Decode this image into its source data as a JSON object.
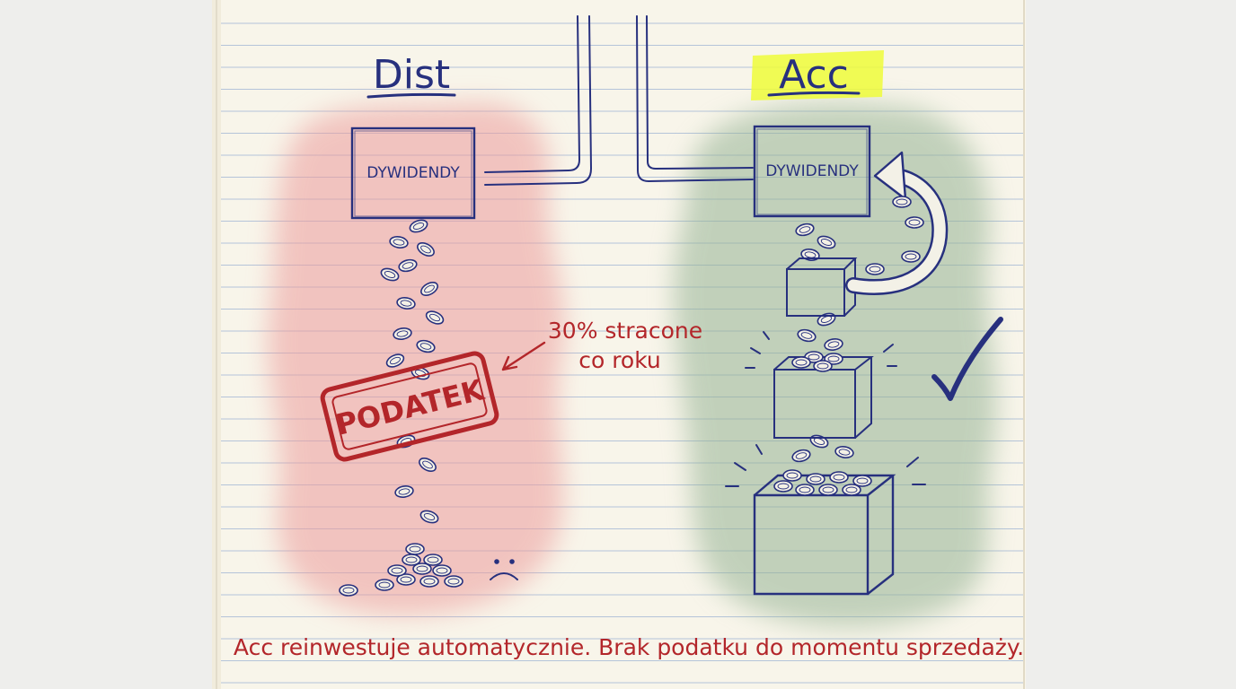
{
  "colors": {
    "ink_blue": "#27307e",
    "ink_red": "#b3262a",
    "wash_red": "#ec9c9c",
    "wash_green": "#95b394",
    "highlight": "#eefc3a",
    "paper": "#f8f5ea",
    "rule_line": "#9fb4d4"
  },
  "left": {
    "title": "Dist",
    "box_label": "DYWIDENDY",
    "stamp_label": "PODATEK",
    "annotation_line1": "30% stracone",
    "annotation_line2": "co roku",
    "mood_icon": "sad-face-icon"
  },
  "right": {
    "title": "Acc",
    "box_label": "DYWIDENDY",
    "loop_icon": "reinvest-arrow-icon",
    "check_icon": "checkmark-icon"
  },
  "caption": "Acc reinwestuje automatycznie. Brak podatku do momentu sprzedaży."
}
